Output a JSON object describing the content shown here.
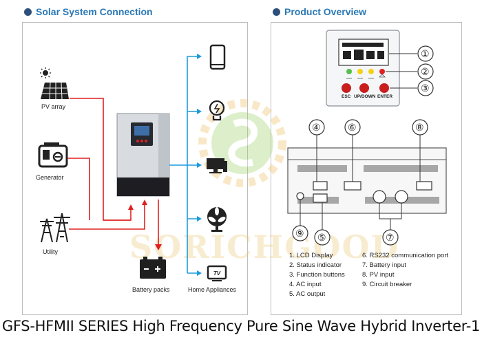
{
  "left_section": {
    "title": "Solar System Connection",
    "labels": {
      "pv": "PV array",
      "generator": "Generator",
      "utility": "Utility",
      "battery": "Battery packs",
      "appliances": "Home Appliances"
    }
  },
  "right_section": {
    "title": "Product Overview",
    "buttons": {
      "esc": "ESC",
      "updown": "UP/DOWN",
      "enter": "ENTER"
    },
    "callouts": [
      "①",
      "②",
      "③",
      "④",
      "⑥",
      "⑧",
      "⑨",
      "⑤",
      "⑦"
    ],
    "legend_left": [
      "1. LCD Display",
      "2. Status indicator",
      "3. Function buttons",
      "4. AC input",
      "5. AC output"
    ],
    "legend_right": [
      "6. RS232 communication port",
      "7. Battery input",
      "8. PV input",
      "9. Circuit breaker"
    ]
  },
  "watermark": "SORICHGOOD",
  "caption": "GFS-HFMII SERIES High Frequency Pure Sine Wave Hybrid Inverter-1",
  "colors": {
    "title_blue": "#2a78b5",
    "red_line": "#e02020",
    "blue_line": "#1a9be0",
    "watermark": "#e8c070"
  }
}
